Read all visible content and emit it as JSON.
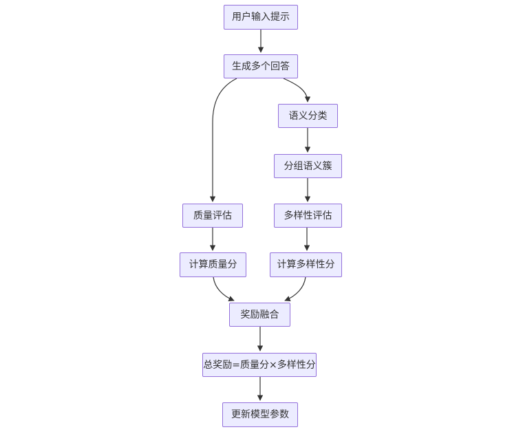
{
  "diagram": {
    "type": "flowchart",
    "direction": "top-down",
    "nodes": [
      {
        "id": "user_input",
        "label": "用户输入提示"
      },
      {
        "id": "generate_answers",
        "label": "生成多个回答"
      },
      {
        "id": "semantic_classify",
        "label": "语义分类"
      },
      {
        "id": "group_clusters",
        "label": "分组语义簇"
      },
      {
        "id": "quality_eval",
        "label": "质量评估"
      },
      {
        "id": "diversity_eval",
        "label": "多样性评估"
      },
      {
        "id": "quality_score",
        "label": "计算质量分"
      },
      {
        "id": "diversity_score",
        "label": "计算多样性分"
      },
      {
        "id": "reward_fusion",
        "label": "奖励融合"
      },
      {
        "id": "total_reward",
        "label": "总奖励=质量分×多样性分"
      },
      {
        "id": "update_params",
        "label": "更新模型参数"
      }
    ],
    "edges": [
      {
        "from": "user_input",
        "to": "generate_answers"
      },
      {
        "from": "generate_answers",
        "to": "semantic_classify"
      },
      {
        "from": "generate_answers",
        "to": "quality_eval"
      },
      {
        "from": "semantic_classify",
        "to": "group_clusters"
      },
      {
        "from": "group_clusters",
        "to": "diversity_eval"
      },
      {
        "from": "quality_eval",
        "to": "quality_score"
      },
      {
        "from": "diversity_eval",
        "to": "diversity_score"
      },
      {
        "from": "quality_score",
        "to": "reward_fusion"
      },
      {
        "from": "diversity_score",
        "to": "reward_fusion"
      },
      {
        "from": "reward_fusion",
        "to": "total_reward"
      },
      {
        "from": "total_reward",
        "to": "update_params"
      }
    ],
    "colors": {
      "node_fill": "#ECECFF",
      "node_border": "#9370DB",
      "edge": "#333333",
      "text": "#333333",
      "background": "#FFFFFF"
    }
  }
}
